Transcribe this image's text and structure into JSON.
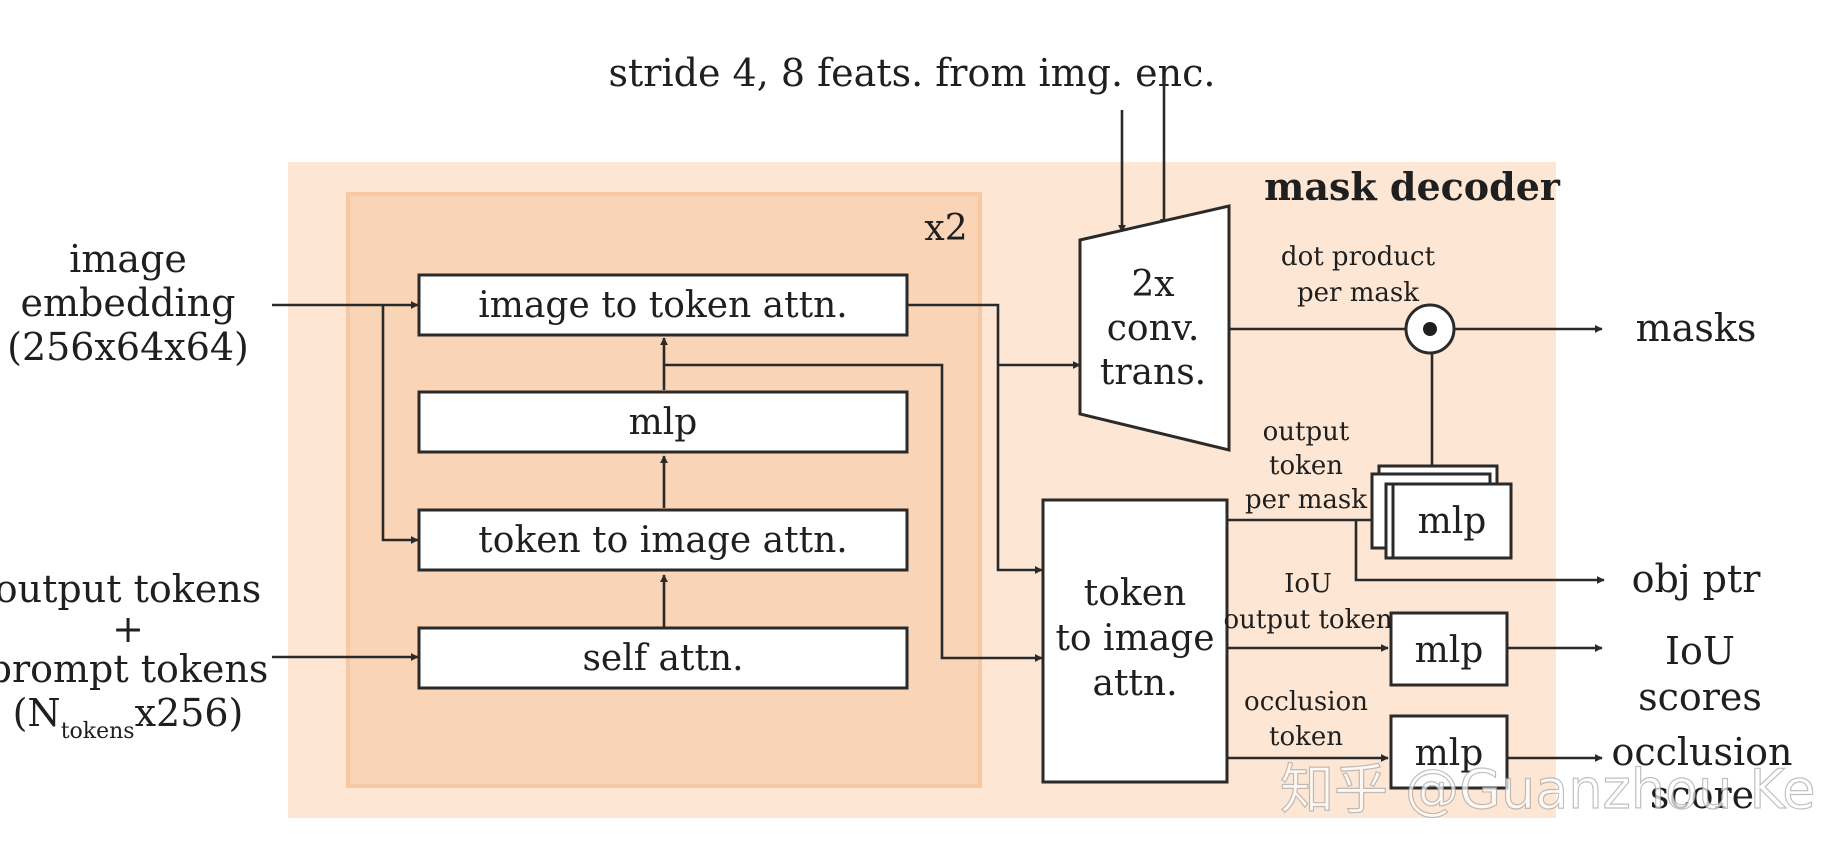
{
  "top_input": {
    "label": "stride 4, 8 feats. from img. enc."
  },
  "mask_decoder": {
    "title": "mask decoder"
  },
  "repeat": {
    "label": "x2"
  },
  "inputs": {
    "image_embedding": {
      "lines": [
        "image",
        "embedding",
        "(256x64x64)"
      ]
    },
    "tokens": {
      "lines": [
        "output tokens",
        "+",
        "prompt tokens"
      ],
      "last_open": "(N",
      "last_sub": "tokens",
      "last_close": "x256)"
    }
  },
  "blocks": {
    "image_to_token_attn": "image to token attn.",
    "mlp": "mlp",
    "token_to_image_attn": "token to image attn.",
    "self_attn": "self attn.",
    "conv_trans": [
      "2x",
      "conv.",
      "trans."
    ],
    "token_to_image_attn_big": [
      "token",
      "to image",
      "attn."
    ],
    "mlp_output": "mlp",
    "mlp_iou": "mlp",
    "mlp_occlusion": "mlp"
  },
  "edge_labels": {
    "dot_product": [
      "dot product",
      "per mask"
    ],
    "output_token": [
      "output",
      "token",
      "per mask"
    ],
    "iou_output_token": [
      "IoU",
      "output token"
    ],
    "occlusion_token": [
      "occlusion",
      "token"
    ]
  },
  "outputs": {
    "masks": "masks",
    "obj_ptr": "obj ptr",
    "iou_scores": [
      "IoU",
      "scores"
    ],
    "occlusion_score": [
      "occlusion",
      "score"
    ]
  },
  "watermark": "知乎 @Guanzhou Ke",
  "colors": {
    "outer_region": "#fde6d3",
    "inner_region": "#f9d4b6",
    "inner_border": "#f6c8a3",
    "stroke": "#2a2a2a"
  }
}
